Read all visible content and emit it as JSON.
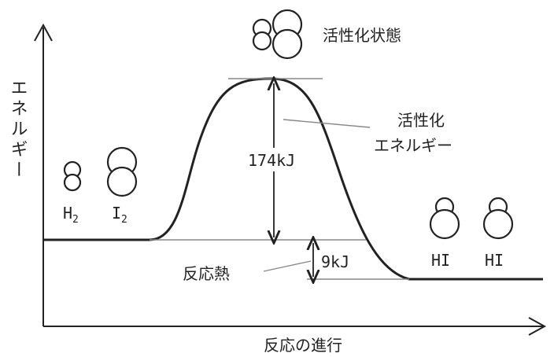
{
  "axes": {
    "y_label": "エネルギー",
    "x_label": "反応の進行"
  },
  "reactants": {
    "h2": "H",
    "h2_sub": "2",
    "i2": "I",
    "i2_sub": "2"
  },
  "products": {
    "hi_1": "HI",
    "hi_2": "HI"
  },
  "transition_state_label": "活性化状態",
  "activation_energy": {
    "label_line1": "活性化",
    "label_line2": "エネルギー",
    "value": "174kJ"
  },
  "reaction_heat": {
    "label": "反応熱",
    "value": "9kJ"
  },
  "colors": {
    "ink": "#222222",
    "guide": "#888888",
    "background": "#ffffff"
  }
}
